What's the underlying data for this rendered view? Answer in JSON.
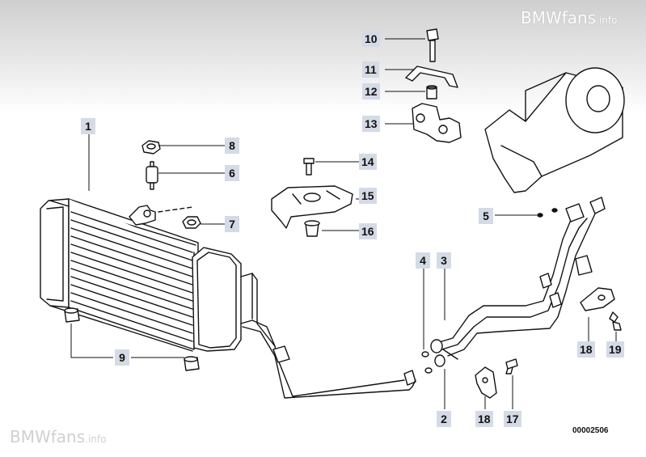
{
  "brand": {
    "name": "BMWfans",
    "suffix": ".info"
  },
  "document_number": "00002506",
  "callouts": {
    "p1": "1",
    "p2": "2",
    "p3": "3",
    "p4": "4",
    "p5": "5",
    "p6": "6",
    "p7": "7",
    "p8": "8",
    "p9": "9",
    "p10": "10",
    "p11": "11",
    "p12": "12",
    "p13": "13",
    "p14": "14",
    "p15": "15",
    "p16": "16",
    "p17": "17",
    "p18a": "18",
    "p18b": "18",
    "p19": "19"
  },
  "colors": {
    "callout_bg": "#d4dbe6",
    "line": "#111111"
  }
}
